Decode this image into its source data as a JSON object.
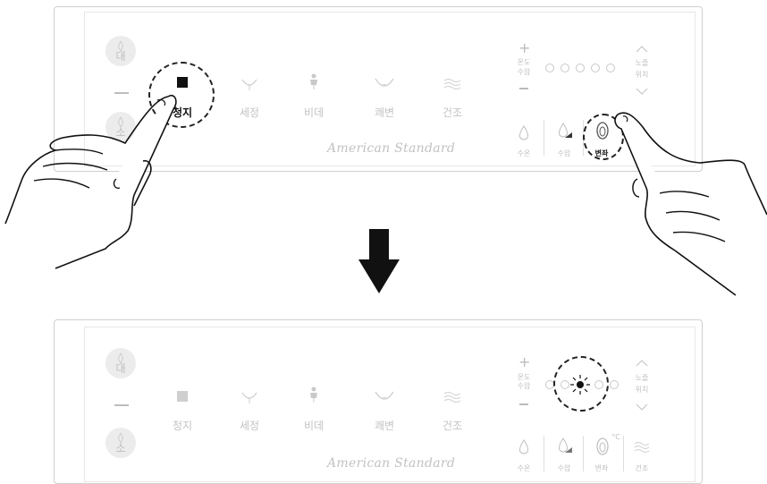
{
  "panels": [
    {
      "flush": {
        "large_label": "대",
        "small_label": "소"
      },
      "functions": [
        "청지",
        "세정",
        "비데",
        "쾌변",
        "건조"
      ],
      "active_function": "청지",
      "adjust": {
        "plus": "+",
        "minus": "—",
        "label_top": "온도",
        "label_bottom": "수압"
      },
      "position": {
        "label_top": "노즐",
        "label_bottom": "위치"
      },
      "settings": [
        "수온",
        "수압",
        "변좌"
      ],
      "brand": "American Standard"
    },
    {
      "flush": {
        "large_label": "대",
        "small_label": "소"
      },
      "functions": [
        "청지",
        "세정",
        "비데",
        "쾌변",
        "건조"
      ],
      "adjust": {
        "plus": "+",
        "minus": "—",
        "label_top": "온도",
        "label_bottom": "수압"
      },
      "position": {
        "label_top": "노즐",
        "label_bottom": "위치"
      },
      "settings": [
        "수온",
        "수압",
        "변좌",
        "건조"
      ],
      "seat_unit": "°C",
      "brand": "American Standard"
    }
  ],
  "arrow": "down-arrow-icon"
}
